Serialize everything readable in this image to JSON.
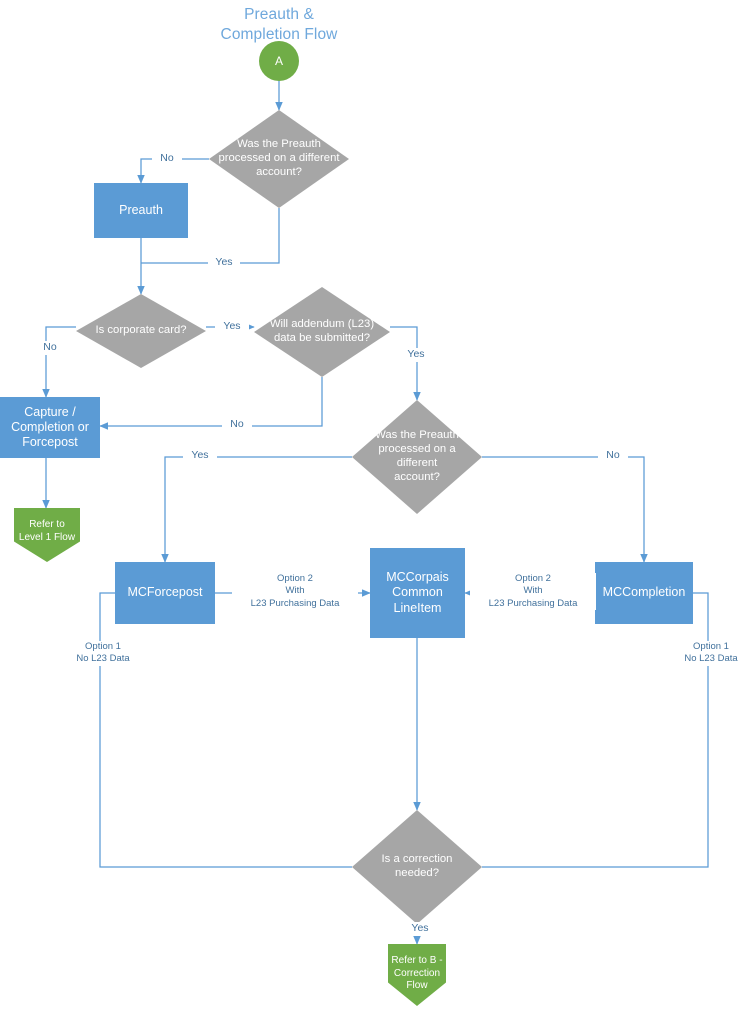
{
  "diagram": {
    "title": "Preauth &\nCompletion Flow",
    "colors": {
      "process_fill": "#5B9BD5",
      "decision_fill": "#A6A6A6",
      "terminator_fill": "#70AD47",
      "connector": "#5B9BD5",
      "label_text": "#41719C",
      "title_text": "#6FA8DC",
      "node_text": "#FFFFFF"
    },
    "nodes": [
      {
        "id": "start-a",
        "type": "terminator",
        "label": "A"
      },
      {
        "id": "preauth-diff-acct-1",
        "type": "decision",
        "label": "Was the Preauth\nprocessed on a different\naccount?"
      },
      {
        "id": "preauth",
        "type": "process",
        "label": "Preauth"
      },
      {
        "id": "is-corporate-card",
        "type": "decision",
        "label": "Is corporate card?"
      },
      {
        "id": "addendum-l23",
        "type": "decision",
        "label": "Will addendum (L23)\ndata be submitted?"
      },
      {
        "id": "capture-completion",
        "type": "process",
        "label": "Capture /\nCompletion or\nForcepost"
      },
      {
        "id": "refer-level1",
        "type": "refer",
        "label": "Refer to\nLevel 1 Flow"
      },
      {
        "id": "preauth-diff-acct-2",
        "type": "decision",
        "label": "Was the Preauth\nprocessed on a different\naccount?"
      },
      {
        "id": "mcforcepost",
        "type": "process",
        "label": "MCForcepost"
      },
      {
        "id": "mccorpais",
        "type": "process",
        "label": "MCCorpais\nCommon\nLineItem"
      },
      {
        "id": "mccompletion",
        "type": "process",
        "label": "MCCompletion"
      },
      {
        "id": "correction-needed",
        "type": "decision",
        "label": "Is a correction\nneeded?"
      },
      {
        "id": "refer-b-correction",
        "type": "refer",
        "label": "Refer to B -\nCorrection\nFlow"
      }
    ],
    "edge_labels": {
      "diamond1_no": "No",
      "diamond1_yes": "Yes",
      "corporate_no": "No",
      "corporate_yes": "Yes",
      "addendum_yes": "Yes",
      "addendum_no": "No",
      "diamond2_yes": "Yes",
      "diamond2_no": "No",
      "forcepost_option2": "Option 2\nWith\nL23 Purchasing Data",
      "completion_option2": "Option 2\nWith\nL23 Purchasing Data",
      "forcepost_option1": "Option 1\nNo L23 Data",
      "completion_option1": "Option 1\nNo L23 Data",
      "correction_yes": "Yes"
    }
  }
}
